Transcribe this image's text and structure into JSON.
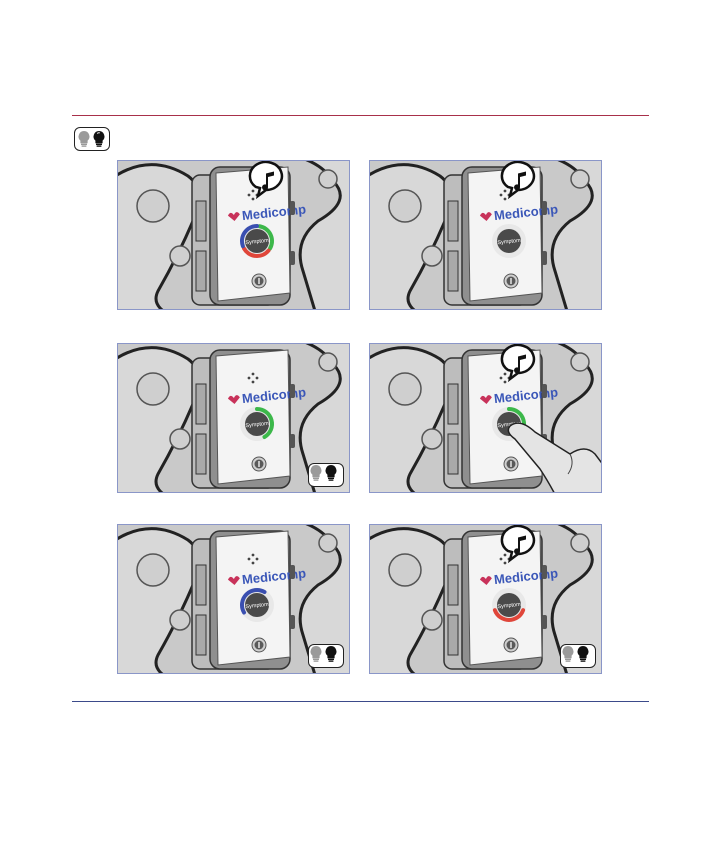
{
  "page": {
    "indicator_icon": "lightbulb-pair-icon"
  },
  "panels": [
    {
      "brand": "Medicomp",
      "symptom_label": "Symptom",
      "sound": true,
      "indicator": false,
      "finger": false,
      "ring": "tricolor"
    },
    {
      "brand": "Medicomp",
      "symptom_label": "Symptom",
      "sound": true,
      "indicator": false,
      "finger": false,
      "ring": "none"
    },
    {
      "brand": "Medicomp",
      "symptom_label": "Symptom",
      "sound": false,
      "indicator": true,
      "finger": false,
      "ring": "green"
    },
    {
      "brand": "Medicomp",
      "symptom_label": "Symptom",
      "sound": true,
      "indicator": false,
      "finger": true,
      "ring": "green"
    },
    {
      "brand": "Medicomp",
      "symptom_label": "Symptom",
      "sound": false,
      "indicator": true,
      "finger": false,
      "ring": "blue"
    },
    {
      "brand": "Medicomp",
      "symptom_label": "Symptom",
      "sound": true,
      "indicator": true,
      "finger": false,
      "ring": "red"
    }
  ],
  "colors": {
    "ring_green": "#3cb84a",
    "ring_blue": "#3a4fb0",
    "ring_red": "#e0463a",
    "brand_blue": "#3b57b8",
    "brand_heart": "#c8325a",
    "rule_top": "#a8304a",
    "rule_bottom": "#3b4a8a"
  }
}
